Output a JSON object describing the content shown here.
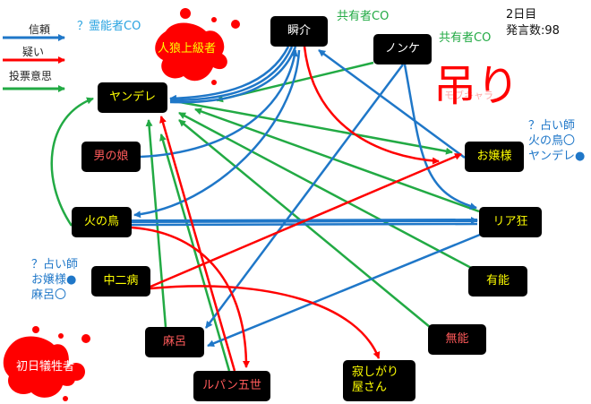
{
  "legend": {
    "trust": "信頼",
    "suspect": "疑い",
    "vote": "投票意思"
  },
  "colors": {
    "trust": "#1f77c8",
    "suspect": "#ff0000",
    "vote": "#22aa44"
  },
  "info": {
    "day": "2日目",
    "posts": "発言数:98"
  },
  "hang_label": "吊り",
  "hang_sublabel": "モブキャラ",
  "notes": {
    "medium_co": "？霊能者CO",
    "sharer_co_1": "共有者CO",
    "sharer_co_2": "共有者CO",
    "seer_right": [
      "？占い師",
      "火の鳥〇",
      "ヤンデレ●"
    ],
    "seer_left": [
      "？占い師",
      "お嬢様●",
      "麻呂〇"
    ]
  },
  "nodes": {
    "jinrou": "人狼上級者",
    "shunsuke": "瞬介",
    "nonke": "ノンケ",
    "yandere": "ヤンデレ",
    "otokonoko": "男の娘",
    "ojousama": "お嬢様",
    "hinotori": "火の鳥",
    "riakyou": "リア狂",
    "chuunibyou": "中二病",
    "yuunou": "有能",
    "maro": "麻呂",
    "munou": "無能",
    "shonichi": "初日犠牲者",
    "lupin": "ルパン五世",
    "sabishigari": [
      "寂しがり",
      "屋さん"
    ]
  }
}
